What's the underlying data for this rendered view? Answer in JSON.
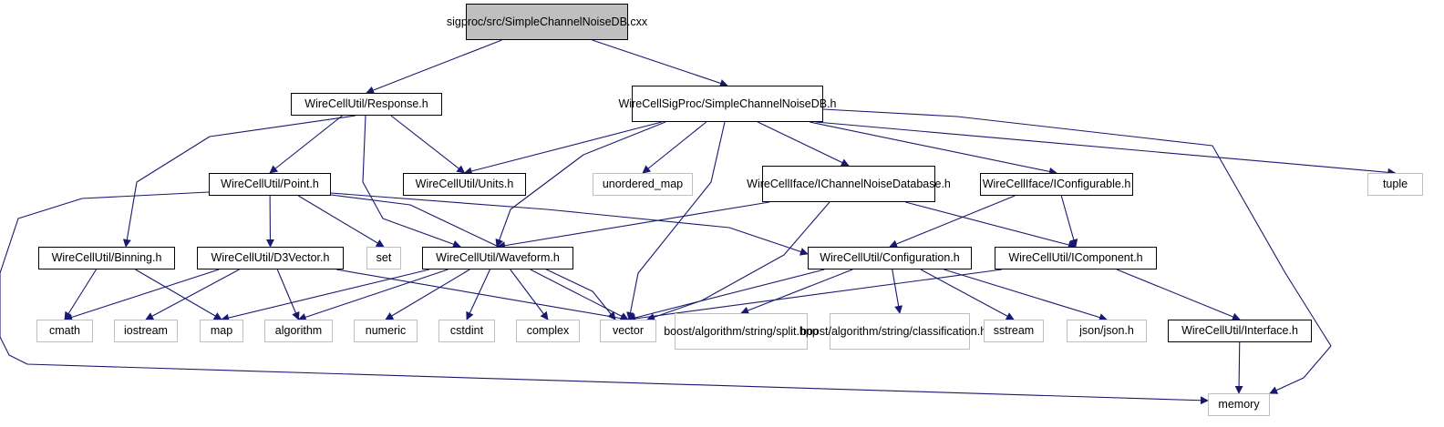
{
  "diagram": {
    "title": "sigproc/src/SimpleChannelNoiseDB.cxx include dependency graph",
    "colors": {
      "edge": "#191970",
      "root_fill": "#bfbfbf",
      "local_border": "#000000",
      "system_border": "#bfbfbf"
    },
    "nodes": {
      "root": {
        "lines": [
          "sigproc/src/SimpleChannel",
          "NoiseDB.cxx"
        ],
        "kind": "root"
      },
      "response": {
        "lines": [
          "WireCellUtil/Response.h"
        ],
        "kind": "local"
      },
      "scndb": {
        "lines": [
          "WireCellSigProc/SimpleChannel",
          "NoiseDB.h"
        ],
        "kind": "local"
      },
      "point": {
        "lines": [
          "WireCellUtil/Point.h"
        ],
        "kind": "local"
      },
      "units": {
        "lines": [
          "WireCellUtil/Units.h"
        ],
        "kind": "local"
      },
      "unordered_map": {
        "lines": [
          "unordered_map"
        ],
        "kind": "system"
      },
      "ichannel": {
        "lines": [
          "WireCellIface/IChannelNoise",
          "Database.h"
        ],
        "kind": "local"
      },
      "iconfigurable": {
        "lines": [
          "WireCellIface/IConfigurable.h"
        ],
        "kind": "local"
      },
      "tuple": {
        "lines": [
          "tuple"
        ],
        "kind": "system"
      },
      "binning": {
        "lines": [
          "WireCellUtil/Binning.h"
        ],
        "kind": "local"
      },
      "d3vector": {
        "lines": [
          "WireCellUtil/D3Vector.h"
        ],
        "kind": "local"
      },
      "set": {
        "lines": [
          "set"
        ],
        "kind": "system"
      },
      "waveform": {
        "lines": [
          "WireCellUtil/Waveform.h"
        ],
        "kind": "local"
      },
      "configuration": {
        "lines": [
          "WireCellUtil/Configuration.h"
        ],
        "kind": "local"
      },
      "icomponent": {
        "lines": [
          "WireCellUtil/IComponent.h"
        ],
        "kind": "local"
      },
      "cmath": {
        "lines": [
          "cmath"
        ],
        "kind": "system"
      },
      "iostream": {
        "lines": [
          "iostream"
        ],
        "kind": "system"
      },
      "map": {
        "lines": [
          "map"
        ],
        "kind": "system"
      },
      "algorithm": {
        "lines": [
          "algorithm"
        ],
        "kind": "system"
      },
      "numeric": {
        "lines": [
          "numeric"
        ],
        "kind": "system"
      },
      "cstdint": {
        "lines": [
          "cstdint"
        ],
        "kind": "system"
      },
      "complex": {
        "lines": [
          "complex"
        ],
        "kind": "system"
      },
      "vector": {
        "lines": [
          "vector"
        ],
        "kind": "system"
      },
      "split": {
        "lines": [
          "boost/algorithm/string",
          "/split.hpp"
        ],
        "kind": "system"
      },
      "classification": {
        "lines": [
          "boost/algorithm/string",
          "/classification.hpp"
        ],
        "kind": "system"
      },
      "sstream": {
        "lines": [
          "sstream"
        ],
        "kind": "system"
      },
      "json": {
        "lines": [
          "json/json.h"
        ],
        "kind": "system"
      },
      "interface": {
        "lines": [
          "WireCellUtil/Interface.h"
        ],
        "kind": "local"
      },
      "memory": {
        "lines": [
          "memory"
        ],
        "kind": "system"
      }
    },
    "edges": [
      [
        "root",
        "response"
      ],
      [
        "root",
        "scndb"
      ],
      [
        "response",
        "point"
      ],
      [
        "response",
        "units"
      ],
      [
        "response",
        "binning"
      ],
      [
        "response",
        "waveform"
      ],
      [
        "scndb",
        "units"
      ],
      [
        "scndb",
        "unordered_map"
      ],
      [
        "scndb",
        "waveform"
      ],
      [
        "scndb",
        "vector"
      ],
      [
        "scndb",
        "ichannel"
      ],
      [
        "scndb",
        "iconfigurable"
      ],
      [
        "scndb",
        "tuple"
      ],
      [
        "scndb",
        "memory"
      ],
      [
        "point",
        "d3vector"
      ],
      [
        "point",
        "set"
      ],
      [
        "point",
        "vector"
      ],
      [
        "point",
        "configuration"
      ],
      [
        "point",
        "memory"
      ],
      [
        "ichannel",
        "waveform"
      ],
      [
        "ichannel",
        "vector"
      ],
      [
        "ichannel",
        "icomponent"
      ],
      [
        "iconfigurable",
        "configuration"
      ],
      [
        "iconfigurable",
        "icomponent"
      ],
      [
        "binning",
        "cmath"
      ],
      [
        "binning",
        "map"
      ],
      [
        "d3vector",
        "cmath"
      ],
      [
        "d3vector",
        "iostream"
      ],
      [
        "d3vector",
        "algorithm"
      ],
      [
        "d3vector",
        "vector"
      ],
      [
        "waveform",
        "map"
      ],
      [
        "waveform",
        "algorithm"
      ],
      [
        "waveform",
        "numeric"
      ],
      [
        "waveform",
        "cstdint"
      ],
      [
        "waveform",
        "complex"
      ],
      [
        "waveform",
        "vector"
      ],
      [
        "configuration",
        "vector"
      ],
      [
        "configuration",
        "split"
      ],
      [
        "configuration",
        "classification"
      ],
      [
        "configuration",
        "sstream"
      ],
      [
        "configuration",
        "json"
      ],
      [
        "icomponent",
        "vector"
      ],
      [
        "icomponent",
        "interface"
      ],
      [
        "interface",
        "memory"
      ]
    ]
  }
}
